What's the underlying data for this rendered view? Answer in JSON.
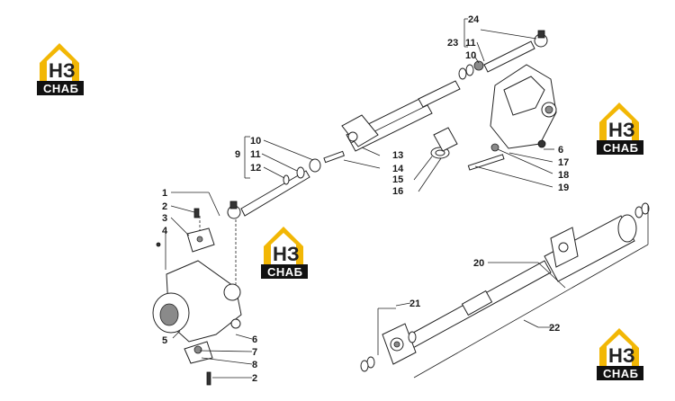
{
  "logo": {
    "brand_letters": "НЗ",
    "brand_word": "СНАБ",
    "colors": {
      "roof": "#f2b705",
      "plate": "#111111"
    }
  },
  "callouts": [
    {
      "id": "c24",
      "text": "24"
    },
    {
      "id": "c23",
      "text": "23"
    },
    {
      "id": "c11a",
      "text": "11"
    },
    {
      "id": "c10a",
      "text": "10"
    },
    {
      "id": "c6a",
      "text": "6"
    },
    {
      "id": "c17",
      "text": "17"
    },
    {
      "id": "c18",
      "text": "18"
    },
    {
      "id": "c19",
      "text": "19"
    },
    {
      "id": "c10b",
      "text": "10"
    },
    {
      "id": "c9",
      "text": "9"
    },
    {
      "id": "c11b",
      "text": "11"
    },
    {
      "id": "c12",
      "text": "12"
    },
    {
      "id": "c13",
      "text": "13"
    },
    {
      "id": "c14",
      "text": "14"
    },
    {
      "id": "c15",
      "text": "15"
    },
    {
      "id": "c16",
      "text": "16"
    },
    {
      "id": "c1",
      "text": "1"
    },
    {
      "id": "c2a",
      "text": "2"
    },
    {
      "id": "c3",
      "text": "3"
    },
    {
      "id": "c4",
      "text": "4"
    },
    {
      "id": "c5",
      "text": "5"
    },
    {
      "id": "c6b",
      "text": "6"
    },
    {
      "id": "c7",
      "text": "7"
    },
    {
      "id": "c8",
      "text": "8"
    },
    {
      "id": "c2b",
      "text": "2"
    },
    {
      "id": "c20",
      "text": "20"
    },
    {
      "id": "c21",
      "text": "21"
    },
    {
      "id": "c22",
      "text": "22"
    }
  ]
}
